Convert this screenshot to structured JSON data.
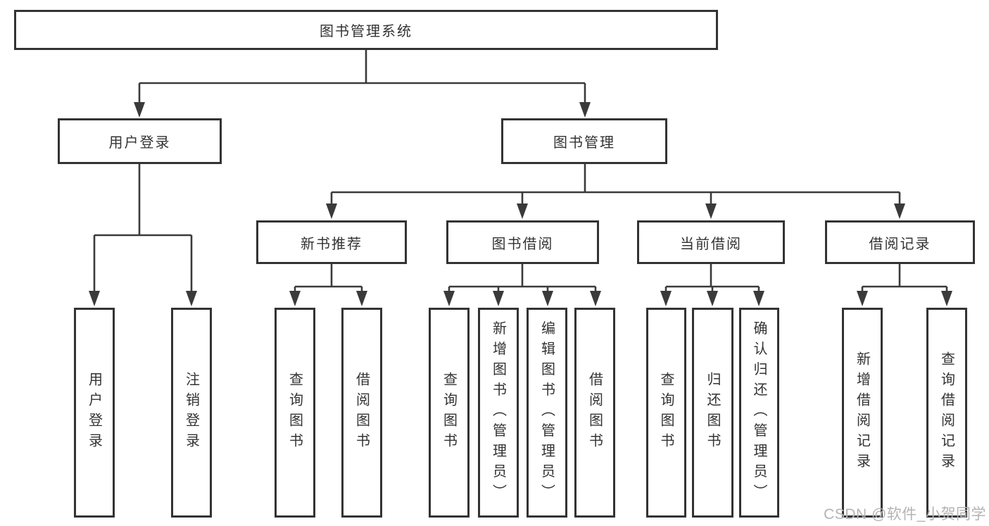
{
  "tree": {
    "root": {
      "label": "图书管理系统"
    },
    "branches": [
      {
        "label": "用户登录",
        "leaves": [
          {
            "label": "用户登录"
          },
          {
            "label": "注销登录"
          }
        ]
      },
      {
        "label": "图书管理",
        "groups": [
          {
            "label": "新书推荐",
            "leaves": [
              {
                "label": "查询图书"
              },
              {
                "label": "借阅图书"
              }
            ]
          },
          {
            "label": "图书借阅",
            "leaves": [
              {
                "label": "查询图书"
              },
              {
                "label": "新增图书（管理员）"
              },
              {
                "label": "编辑图书（管理员）"
              },
              {
                "label": "借阅图书"
              }
            ]
          },
          {
            "label": "当前借阅",
            "leaves": [
              {
                "label": "查询图书"
              },
              {
                "label": "归还图书"
              },
              {
                "label": "确认归还（管理员）"
              }
            ]
          },
          {
            "label": "借阅记录",
            "leaves": [
              {
                "label": "新增借阅记录"
              },
              {
                "label": "查询借阅记录"
              }
            ]
          }
        ]
      }
    ]
  },
  "watermark": "CSDN @软件_小贺同学",
  "colors": {
    "line": "#3a3a3a",
    "box_border": "#333333",
    "text": "#333333",
    "watermark": "#b3b3b3",
    "background": "#ffffff"
  }
}
